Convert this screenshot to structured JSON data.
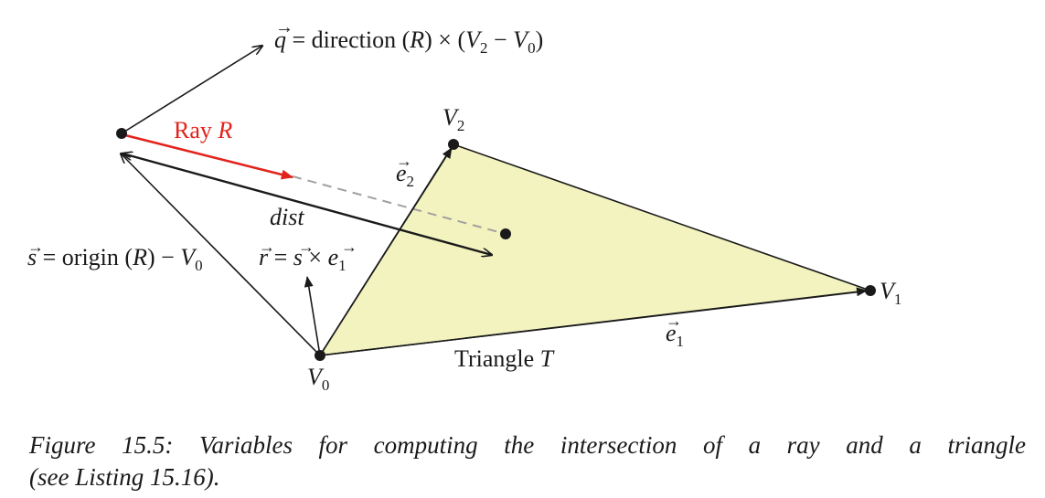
{
  "diagram": {
    "labels": {
      "q_vec": "q",
      "q_eq": " = direction (",
      "q_R": "R",
      "q_rest1": ") × (",
      "q_V2": "V",
      "q_V2_sub": "2",
      "q_minus": " − ",
      "q_V0": "V",
      "q_V0_sub": "0",
      "q_close": ")",
      "ray": "Ray ",
      "ray_R": "R",
      "v2": "V",
      "v2_sub": "2",
      "e2": "e",
      "e2_sub": "2",
      "dist": "dist",
      "s_vec": "s",
      "s_eq": " = origin (",
      "s_R": "R",
      "s_rest": ") − ",
      "s_V": "V",
      "s_V_sub": "0",
      "r_vec": "r",
      "r_eq": " = ",
      "r_s": "s",
      "r_times": " × ",
      "r_e": "e",
      "r_e_sub": "1",
      "v1": "V",
      "v1_sub": "1",
      "e1": "e",
      "e1_sub": "1",
      "triangle": "Triangle ",
      "triangle_T": "T",
      "v0": "V",
      "v0_sub": "0"
    },
    "colors": {
      "triangle_fill": "#f3f3c0",
      "ray": "#e3231b",
      "dashed": "#a0a0a0",
      "ink": "#1a1a1a"
    }
  },
  "caption": {
    "line1": "Figure 15.5: Variables for computing the intersection of a ray and a triangle",
    "line2": "(see Listing 15.16)."
  }
}
